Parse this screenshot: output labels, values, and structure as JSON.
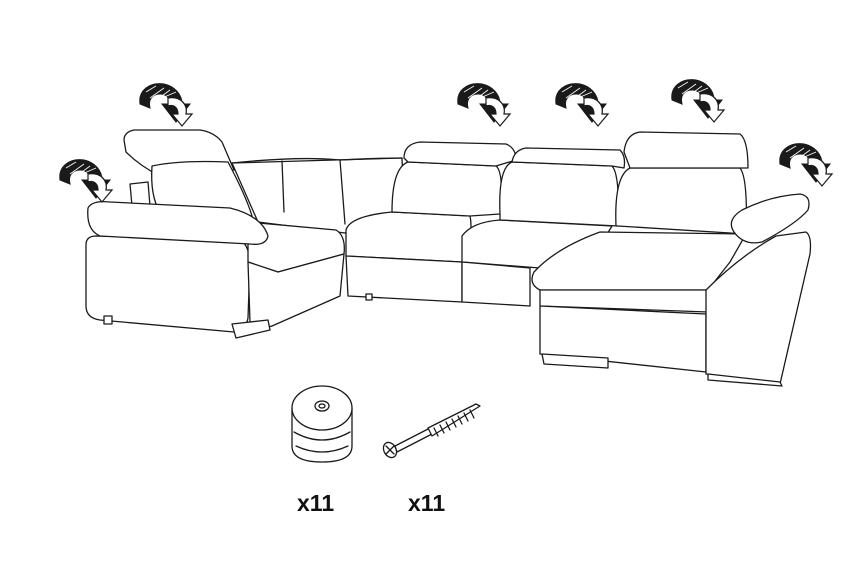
{
  "parts": [
    {
      "name": "round-spacer",
      "quantity_label": "x11"
    },
    {
      "name": "wood-screw",
      "quantity_label": "x11"
    }
  ],
  "colors": {
    "line": "#1a1a1a",
    "arrow_fill": "#1a1a1a",
    "background": "#ffffff"
  },
  "icons": [
    "rotate-arrow-icon",
    "sofa-drawing",
    "spacer-icon",
    "screw-icon"
  ]
}
